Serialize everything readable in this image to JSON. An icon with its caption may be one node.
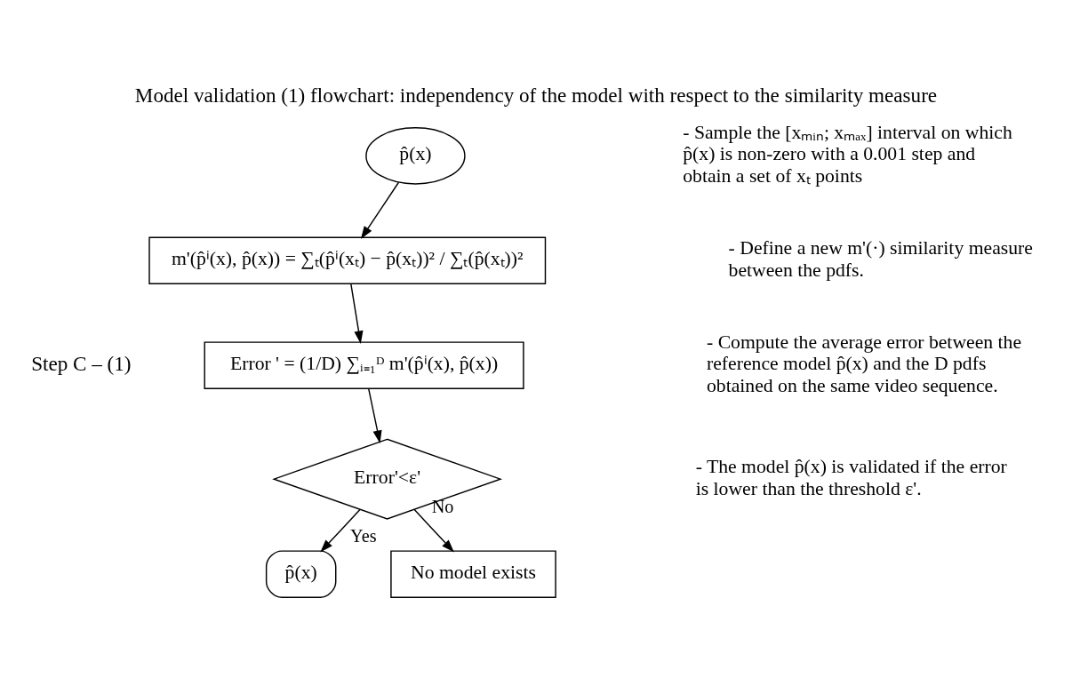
{
  "diagram": {
    "title": "Model validation (1) flowchart: independency of the model with respect to the similarity measure",
    "nodes": [
      {
        "text": [
          "p̂(x)"
        ]
      },
      {
        "text": [
          "m'(p̂ⁱ(x), p̂(x)) = ∑ₜ(p̂ⁱ(xₜ) − p̂(xₜ))² / ∑ₜ(p̂(xₜ))²"
        ]
      },
      {
        "text": [
          "Error ' = (1/D) ∑ᵢ₌₁ᴰ m'(p̂ⁱ(x), p̂(x))"
        ]
      },
      {
        "text": [
          "Error'<ε'"
        ]
      },
      {
        "text": [
          "p̂(x)"
        ]
      },
      {
        "text": [
          "No model exists"
        ]
      }
    ],
    "edges": [
      {
        "from": 0,
        "to": 1,
        "arrow": "to"
      },
      {
        "from": 1,
        "to": 2,
        "arrow": "to"
      },
      {
        "from": 2,
        "to": 3,
        "arrow": "to"
      },
      {
        "from": 3,
        "to": 4,
        "arrow": "to",
        "label": "Yes"
      },
      {
        "from": 3,
        "to": 5,
        "arrow": "to",
        "label": "No"
      }
    ],
    "labels": [
      "Step C – (1)",
      "- Sample the [xₘᵢₙ; xₘₐₓ] interval on which p̂(x) is non-zero with a 0.001 step and obtain a set of xₜ points",
      "- Define a new m'(·) similarity measure between the pdfs.",
      "- Compute the average error between the reference model p̂(x) and the D pdfs obtained on the same video sequence.",
      "- The model p̂(x) is validated if the error is lower than the threshold ε'."
    ]
  }
}
